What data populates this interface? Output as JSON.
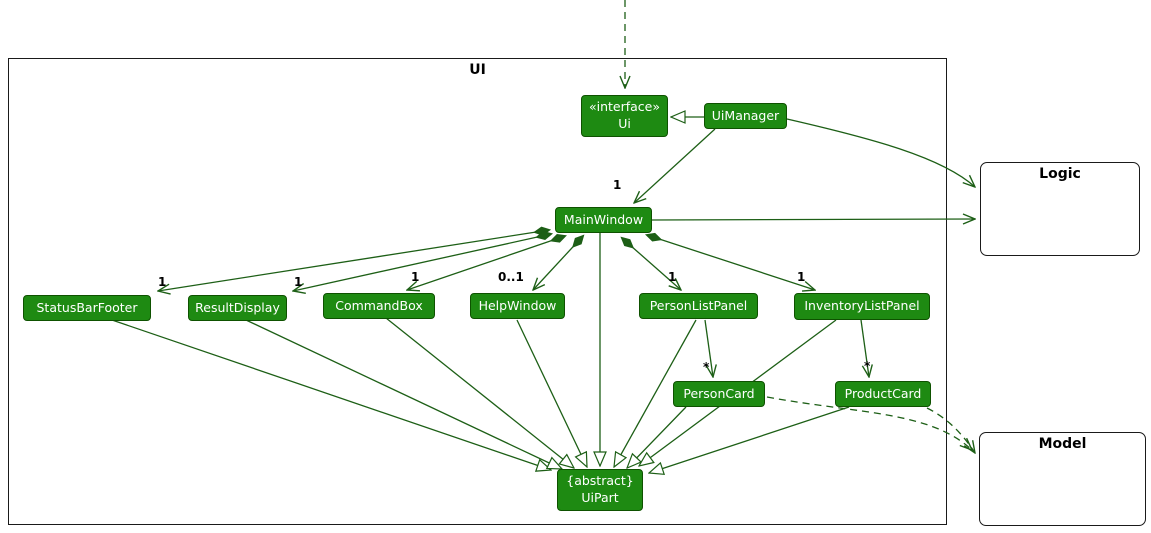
{
  "colors": {
    "node_fill": "#1e8a12",
    "node_border": "#0e5200",
    "edge": "#1d5f16",
    "frame_border": "#1a1a1a",
    "label_color": "#000000"
  },
  "frames": {
    "ui": {
      "label": "UI"
    },
    "logic": {
      "label": "Logic"
    },
    "model": {
      "label": "Model"
    }
  },
  "nodes": {
    "ui_interface": {
      "line1": "«interface»",
      "line2": "Ui"
    },
    "uimanager": {
      "label": "UiManager"
    },
    "mainwindow": {
      "label": "MainWindow"
    },
    "statusbarfooter": {
      "label": "StatusBarFooter"
    },
    "resultdisplay": {
      "label": "ResultDisplay"
    },
    "commandbox": {
      "label": "CommandBox"
    },
    "helpwindow": {
      "label": "HelpWindow"
    },
    "personlistpanel": {
      "label": "PersonListPanel"
    },
    "inventorylistpanel": {
      "label": "InventoryListPanel"
    },
    "personcard": {
      "label": "PersonCard"
    },
    "productcard": {
      "label": "ProductCard"
    },
    "uipart": {
      "line1": "{abstract}",
      "line2": "UiPart"
    }
  },
  "multiplicity": {
    "mainwindow": "1",
    "statusbarfooter": "1",
    "resultdisplay": "1",
    "commandbox": "1",
    "helpwindow": "0..1",
    "personlistpanel": "1",
    "inventorylistpanel": "1",
    "personcard": "*",
    "productcard": "*"
  }
}
